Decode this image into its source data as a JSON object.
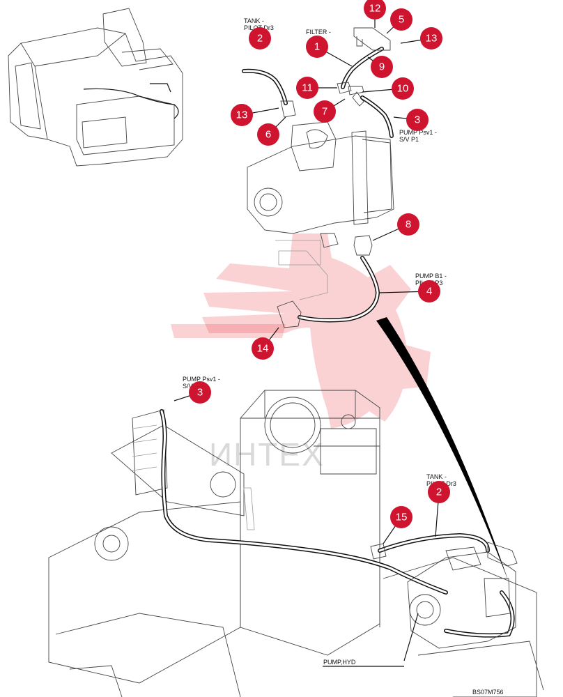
{
  "drawing_code": "BS07M756",
  "watermark_text": "ИНТЕХ",
  "accent_color": "#cf1430",
  "labels": {
    "tank_top": [
      "TANK -",
      "PILOT Dr3"
    ],
    "filter": [
      "FILTER -"
    ],
    "pump_psv1_top": [
      "PUMP Psv1 -",
      "S/V P1"
    ],
    "pump_b1": [
      "PUMP B1 -",
      "PILOT P3"
    ],
    "pump_psv1_bottom": [
      "PUMP Psv1 -",
      "S/V P1"
    ],
    "tank_bottom": [
      "TANK -",
      "PILOT Dr3"
    ],
    "pump_hyd": "PUMP,HYD"
  },
  "callouts": [
    {
      "id": "c12",
      "number": "12"
    },
    {
      "id": "c5",
      "number": "5"
    },
    {
      "id": "c2a",
      "number": "2"
    },
    {
      "id": "c13a",
      "number": "13"
    },
    {
      "id": "c1",
      "number": "1"
    },
    {
      "id": "c9",
      "number": "9"
    },
    {
      "id": "c11",
      "number": "11"
    },
    {
      "id": "c10",
      "number": "10"
    },
    {
      "id": "c13b",
      "number": "13"
    },
    {
      "id": "c7",
      "number": "7"
    },
    {
      "id": "c3a",
      "number": "3"
    },
    {
      "id": "c6",
      "number": "6"
    },
    {
      "id": "c8",
      "number": "8"
    },
    {
      "id": "c4",
      "number": "4"
    },
    {
      "id": "c14",
      "number": "14"
    },
    {
      "id": "c3b",
      "number": "3"
    },
    {
      "id": "c2b",
      "number": "2"
    },
    {
      "id": "c15",
      "number": "15"
    }
  ]
}
